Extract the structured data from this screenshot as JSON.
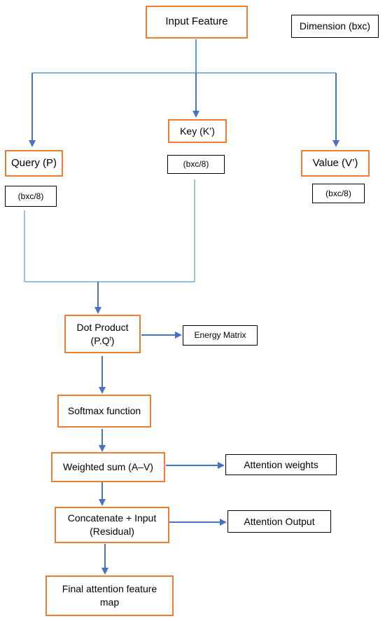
{
  "diagram": {
    "input_feature": "Input Feature",
    "dimension_note": "Dimension (bxc)",
    "key": "Key (K’)",
    "key_dim": "(bxc/8)",
    "query": "Query (P)",
    "query_dim": "(bxc/8)",
    "value": "Value (V’)",
    "value_dim": "(bxc/8)",
    "dot_product_line1": "Dot Product",
    "dot_product_line2": "(P.Q",
    "dot_product_sup": "t",
    "dot_product_close": ")",
    "energy_matrix": "Energy Matrix",
    "softmax": "Softmax function",
    "weighted_sum": "Weighted sum (A–V)",
    "attention_weights": "Attention weights",
    "concat_line1": "Concatenate + Input",
    "concat_line2": "(Residual)",
    "attention_output": "Attention Output",
    "final_map_line1": "Final attention feature",
    "final_map_line2": "map"
  },
  "colors": {
    "box_border_orange": "#ED7D31",
    "box_border_black": "#000000",
    "arrow_blue": "#4472C4",
    "connector_blue": "#5B9BD5"
  }
}
